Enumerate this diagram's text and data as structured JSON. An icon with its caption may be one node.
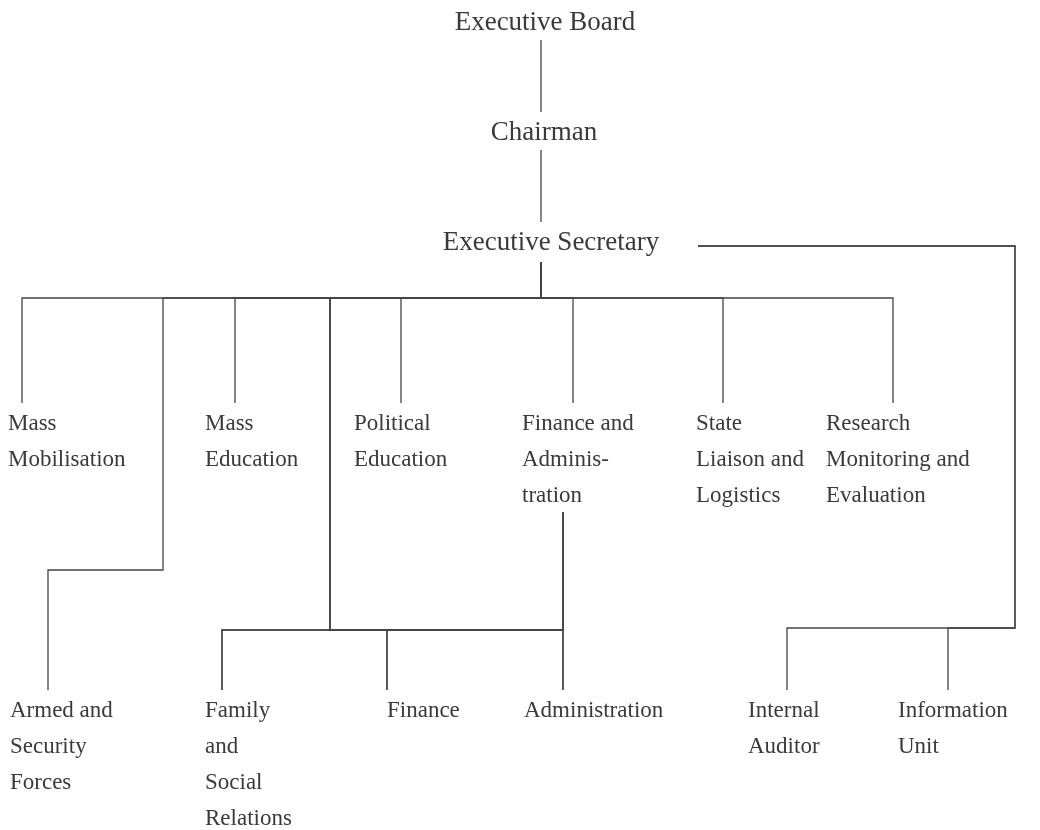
{
  "diagram": {
    "nodes": [
      {
        "text": [
          "Executive Board"
        ]
      },
      {
        "text": [
          "Chairman"
        ]
      },
      {
        "text": [
          "Executive Secretary"
        ]
      },
      {
        "text": [
          "Mass Mobilisation"
        ]
      },
      {
        "text": [
          "Mass Education"
        ]
      },
      {
        "text": [
          "Political Education"
        ]
      },
      {
        "text": [
          "Finance and Adminis- tration"
        ]
      },
      {
        "text": [
          "State Liaison and Logistics"
        ]
      },
      {
        "text": [
          "Research Monitoring and Evaluation"
        ]
      },
      {
        "text": [
          "Armed and Security Forces"
        ]
      },
      {
        "text": [
          "Family and Social Relations"
        ]
      },
      {
        "text": [
          "Finance"
        ]
      },
      {
        "text": [
          "Administration"
        ]
      },
      {
        "text": [
          "Internal Auditor"
        ]
      },
      {
        "text": [
          "Information Unit"
        ]
      }
    ],
    "edges": [
      {
        "from": 0,
        "to": 1,
        "arrow": "none"
      },
      {
        "from": 1,
        "to": 2,
        "arrow": "none"
      },
      {
        "from": 2,
        "to": 3,
        "arrow": "none"
      },
      {
        "from": 2,
        "to": 9,
        "arrow": "none"
      },
      {
        "from": 2,
        "to": 4,
        "arrow": "none"
      },
      {
        "from": 2,
        "to": 5,
        "arrow": "none"
      },
      {
        "from": 2,
        "to": 10,
        "arrow": "none"
      },
      {
        "from": 2,
        "to": 11,
        "arrow": "none"
      },
      {
        "from": 2,
        "to": 6,
        "arrow": "none"
      },
      {
        "from": 6,
        "to": 10,
        "arrow": "none"
      },
      {
        "from": 6,
        "to": 11,
        "arrow": "none"
      },
      {
        "from": 6,
        "to": 12,
        "arrow": "none"
      },
      {
        "from": 2,
        "to": 12,
        "arrow": "none"
      },
      {
        "from": 2,
        "to": 7,
        "arrow": "none"
      },
      {
        "from": 2,
        "to": 8,
        "arrow": "none"
      },
      {
        "from": 2,
        "to": 13,
        "arrow": "none"
      },
      {
        "from": 2,
        "to": 14,
        "arrow": "none"
      }
    ]
  }
}
